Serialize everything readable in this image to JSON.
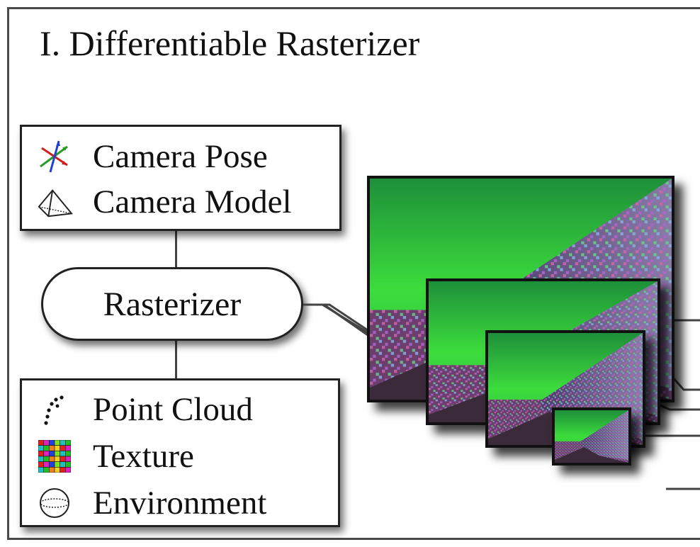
{
  "title": "I. Differentiable Rasterizer",
  "camera_box": {
    "items": [
      {
        "icon": "axes-icon",
        "label": "Camera Pose"
      },
      {
        "icon": "camera-frustum-icon",
        "label": "Camera Model"
      }
    ]
  },
  "rasterizer": {
    "label": "Rasterizer"
  },
  "scene_box": {
    "items": [
      {
        "icon": "point-cloud-icon",
        "label": "Point Cloud"
      },
      {
        "icon": "texture-grid-icon",
        "label": "Texture"
      },
      {
        "icon": "sphere-icon",
        "label": "Environment"
      }
    ]
  },
  "pyramid": {
    "levels": [
      "level-0",
      "level-1",
      "level-2",
      "level-3"
    ]
  },
  "colors": {
    "sky": "#2fd12f",
    "ground": "#7a3f7a",
    "border": "#222222"
  }
}
